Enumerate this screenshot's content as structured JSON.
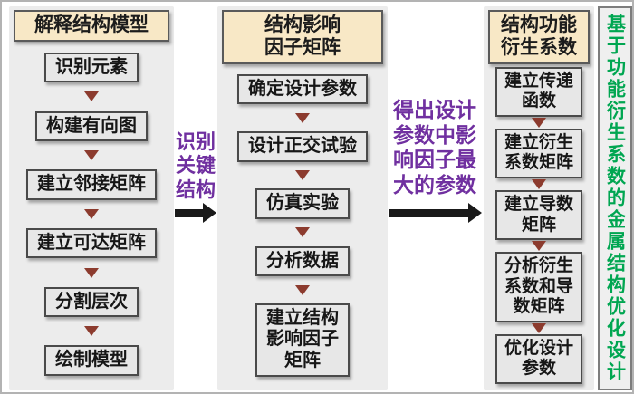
{
  "columns": [
    {
      "header": "解释结构模型",
      "boxes": [
        {
          "label": "识别元素"
        },
        {
          "label": "构建有向图"
        },
        {
          "label": "建立邻接矩阵"
        },
        {
          "label": "建立可达矩阵"
        },
        {
          "label": "分割层次"
        },
        {
          "label": "绘制模型"
        }
      ]
    },
    {
      "header": "结构影响\n因子矩阵",
      "boxes": [
        {
          "label": "确定设计参数"
        },
        {
          "label": "设计正交试验"
        },
        {
          "label": "仿真实验"
        },
        {
          "label": "分析数据"
        },
        {
          "label": "建立结构\n影响因子\n矩阵"
        }
      ]
    },
    {
      "header": "结构功能\n衍生系数",
      "boxes": [
        {
          "label": "建立传递\n函数"
        },
        {
          "label": "建立衍生\n系数矩阵"
        },
        {
          "label": "建立导数\n矩阵"
        },
        {
          "label": "分析衍生\n系数和导\n数矩阵"
        },
        {
          "label": "优化设计\n参数"
        }
      ]
    }
  ],
  "connectors": [
    {
      "label": "识别\n关键\n结构"
    },
    {
      "label": "得出设计\n参数中影\n响因子最\n大的参数"
    }
  ],
  "side_banner": "基于功能衍生系数的金属结构优化设计",
  "colors": {
    "header_bg": "#f8e8c6",
    "box_bg": "#e7e7e7",
    "column_bg": "#ececec",
    "connector_text": "#7030a0",
    "banner_text": "#00a651",
    "flow_arrow": "#8c3b2e",
    "connector_arrow": "#1a1a1a"
  }
}
